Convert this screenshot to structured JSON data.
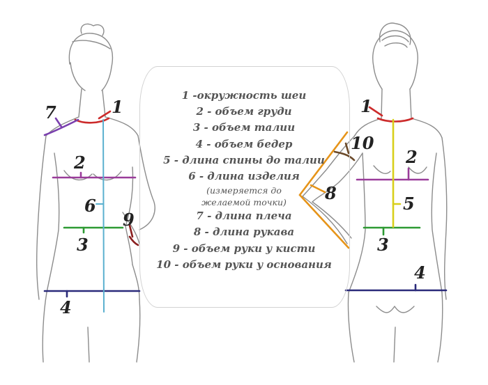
{
  "legend": {
    "items": [
      "1 -окружность шеи",
      "2 - объем груди",
      "3 - объем талии",
      "4 - объем бедер",
      "5 - длина спины до талии",
      "6 - длина изделия",
      "(измеряется до",
      "желаемой точки)",
      "7 - длина плеча",
      "8 - длина рукава",
      "9 - объем руки у кисти",
      "10 - объем руки у основания"
    ]
  },
  "labels": {
    "front": [
      "1",
      "2",
      "3",
      "4",
      "6",
      "7",
      "9"
    ],
    "back": [
      "1",
      "2",
      "3",
      "4",
      "5",
      "8",
      "10"
    ]
  },
  "colors": {
    "neck": "#cc2b2b",
    "bust": "#9a3c9a",
    "waist": "#2d9a33",
    "hips": "#2a2a7a",
    "back_length": "#d8cf1a",
    "garment_length": "#5ab0cf",
    "shoulder": "#7a3fae",
    "sleeve": "#e69419",
    "wrist": "#8a1f1f",
    "arm_base": "#6b4a2a",
    "sketch": "#8c8c8c"
  }
}
